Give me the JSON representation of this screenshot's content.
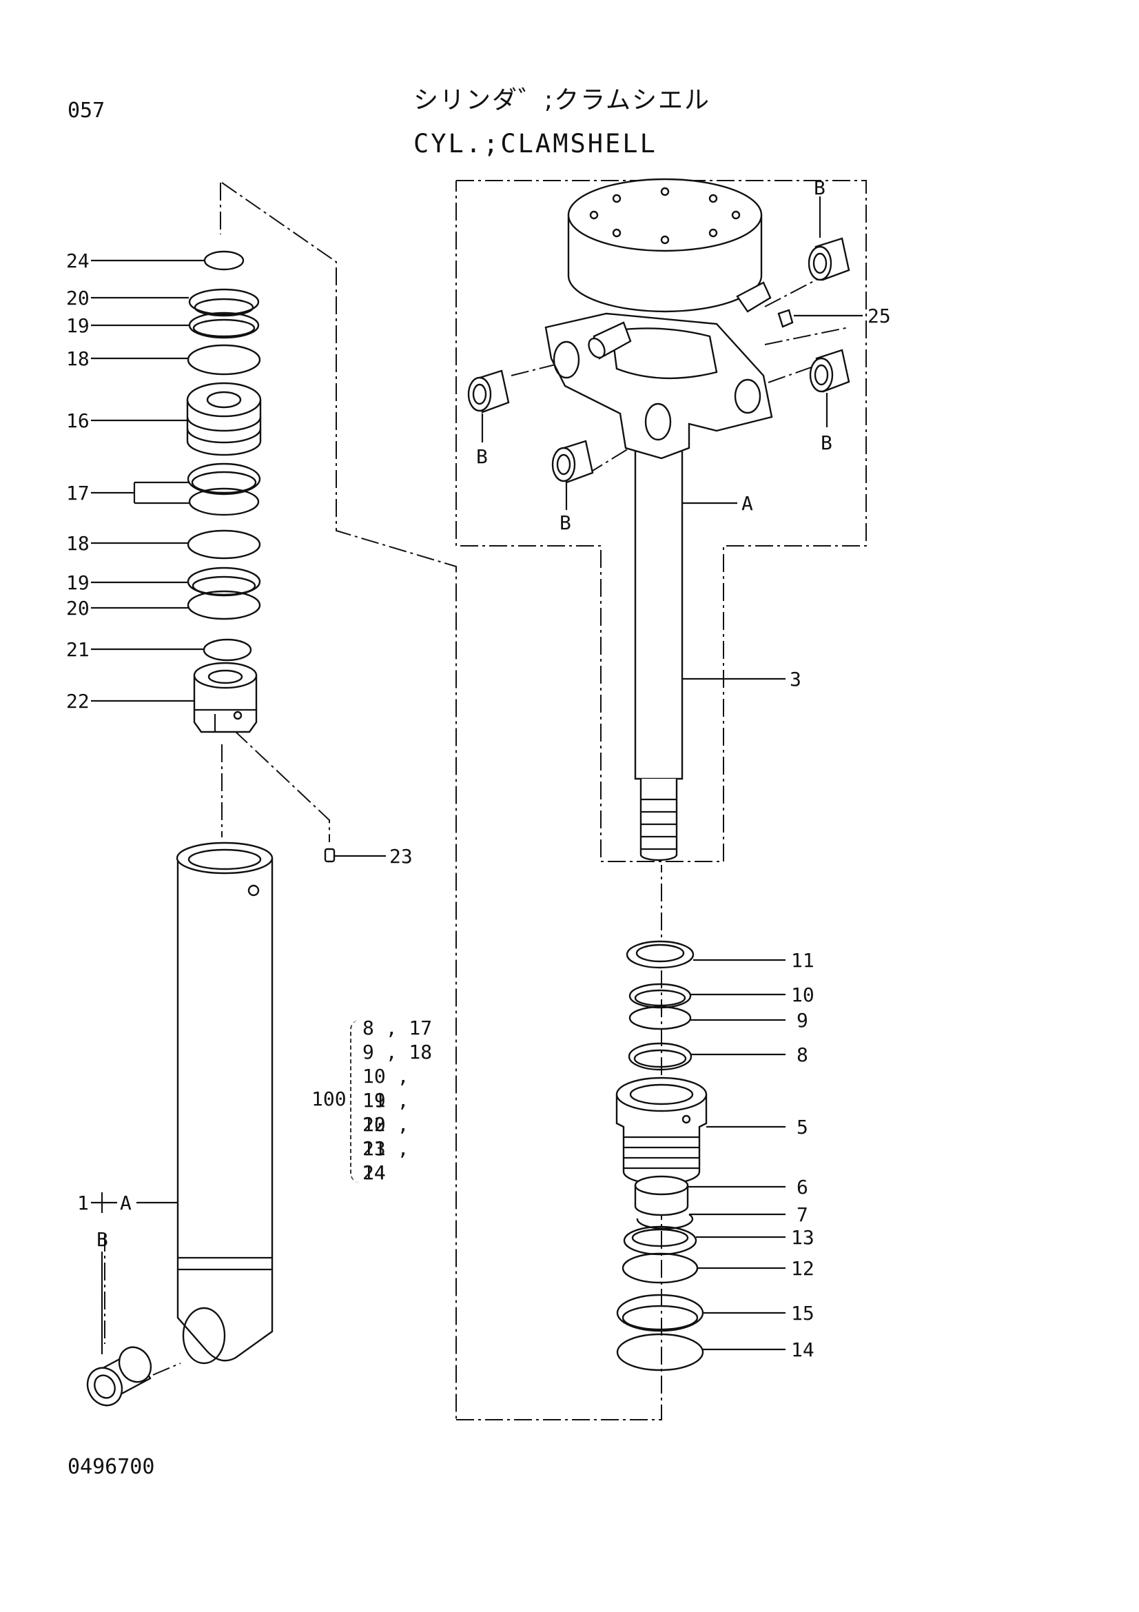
{
  "page_number": "057",
  "title_jp": "シリンダ゛;クラムシエル",
  "title_en": "CYL.;CLAMSHELL",
  "drawing_number": "0496700",
  "callouts_left": {
    "c24": "24",
    "c20a": "20",
    "c19a": "19",
    "c18a": "18",
    "c16": "16",
    "c17": "17",
    "c18b": "18",
    "c19b": "19",
    "c20b": "20",
    "c21": "21",
    "c22": "22",
    "c23": "23",
    "c1": "1",
    "cA": "A",
    "cB": "B"
  },
  "callouts_right": {
    "cB1": "B",
    "cB2": "B",
    "cB3": "B",
    "cB4": "B",
    "c25": "25",
    "cA": "A",
    "c3": "3",
    "c11": "11",
    "c10": "10",
    "c9": "9",
    "c8": "8",
    "c5": "5",
    "c6": "6",
    "c7": "7",
    "c13": "13",
    "c12": "12",
    "c15": "15",
    "c14": "14"
  },
  "seal_kit": {
    "code": "100",
    "items": [
      "8 , 17",
      "9 , 18",
      "10 , 19",
      "11 , 20",
      "12 , 21",
      "13 , 24",
      "14"
    ]
  }
}
